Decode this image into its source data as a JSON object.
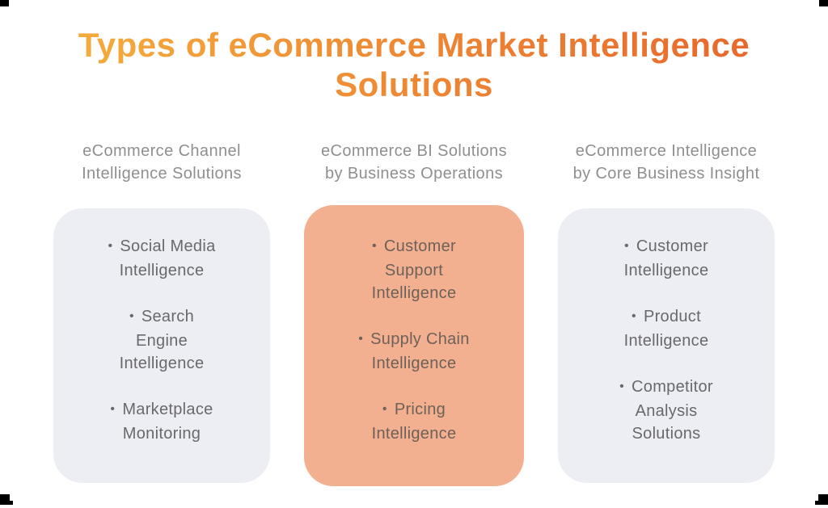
{
  "page": {
    "title_line1": "Types of eCommerce Market Intelligence",
    "title_line2": "Solutions"
  },
  "icons": {
    "bullet_dot": "•"
  },
  "colors": {
    "title_gradient_start": "#F5AE3D",
    "title_gradient_mid": "#EE8733",
    "title_gradient_end": "#E7662C",
    "header_text": "#8F8F91",
    "card_neutral_bg": "#EDEEF3",
    "card_highlight_bg": "#F2B091",
    "card_text": "#69696D",
    "card_highlight_text": "#6E6157"
  },
  "columns": [
    {
      "id": "channel-intelligence",
      "header": "eCommerce Channel\nIntelligence Solutions",
      "highlighted": false,
      "items": [
        [
          "Social Media",
          "Intelligence"
        ],
        [
          "Search",
          "Engine",
          "Intelligence"
        ],
        [
          "Marketplace",
          "Monitoring"
        ]
      ]
    },
    {
      "id": "bi-by-business-operations",
      "header": "eCommerce BI Solutions\nby Business Operations",
      "highlighted": true,
      "items": [
        [
          "Customer",
          "Support",
          "Intelligence"
        ],
        [
          "Supply Chain",
          "Intelligence"
        ],
        [
          "Pricing",
          "Intelligence"
        ]
      ]
    },
    {
      "id": "core-business-insight",
      "header": "eCommerce Intelligence\nby Core Business Insight",
      "highlighted": false,
      "items": [
        [
          "Customer",
          "Intelligence"
        ],
        [
          "Product",
          "Intelligence"
        ],
        [
          "Competitor",
          "Analysis",
          "Solutions"
        ]
      ]
    }
  ]
}
